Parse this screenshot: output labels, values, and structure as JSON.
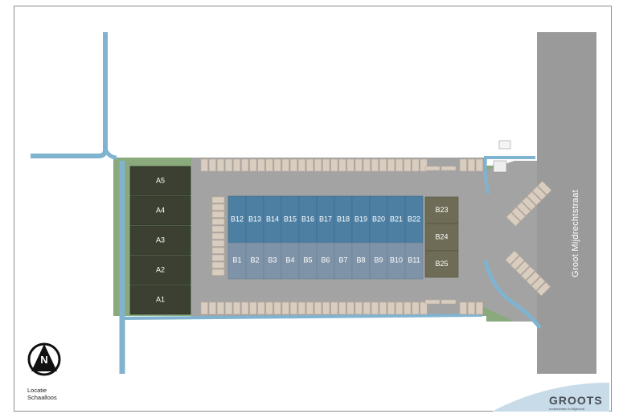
{
  "map": {
    "street_name": "Groot Mijdrechtstraat",
    "location_label_line1": "Locatie",
    "location_label_line2": "Schaalloos",
    "north_symbol": "N",
    "brand": {
      "name": "GROOTS",
      "tagline": "ondernemen in Mijdrecht"
    },
    "colors": {
      "water": "#7fb3cf",
      "grass": "#8aa97c",
      "pavement": "#a3a3a3",
      "road": "#9a9a9a",
      "unit_dark": "#3b4032",
      "unit_olive": "#6e6c56",
      "unit_blue": "#4d7fa3",
      "unit_slate": "#7e93a7",
      "parking": "#d9cdbf"
    },
    "units": {
      "A": [
        "A5",
        "A4",
        "A3",
        "A2",
        "A1"
      ],
      "B_top": [
        "B12",
        "B13",
        "B14",
        "B15",
        "B16",
        "B17",
        "B18",
        "B19",
        "B20",
        "B21",
        "B22"
      ],
      "B_bottom": [
        "B1",
        "B2",
        "B3",
        "B4",
        "B5",
        "B6",
        "B7",
        "B8",
        "B9",
        "B10",
        "B11"
      ],
      "B_right": [
        "B23",
        "B24",
        "B25"
      ]
    }
  }
}
